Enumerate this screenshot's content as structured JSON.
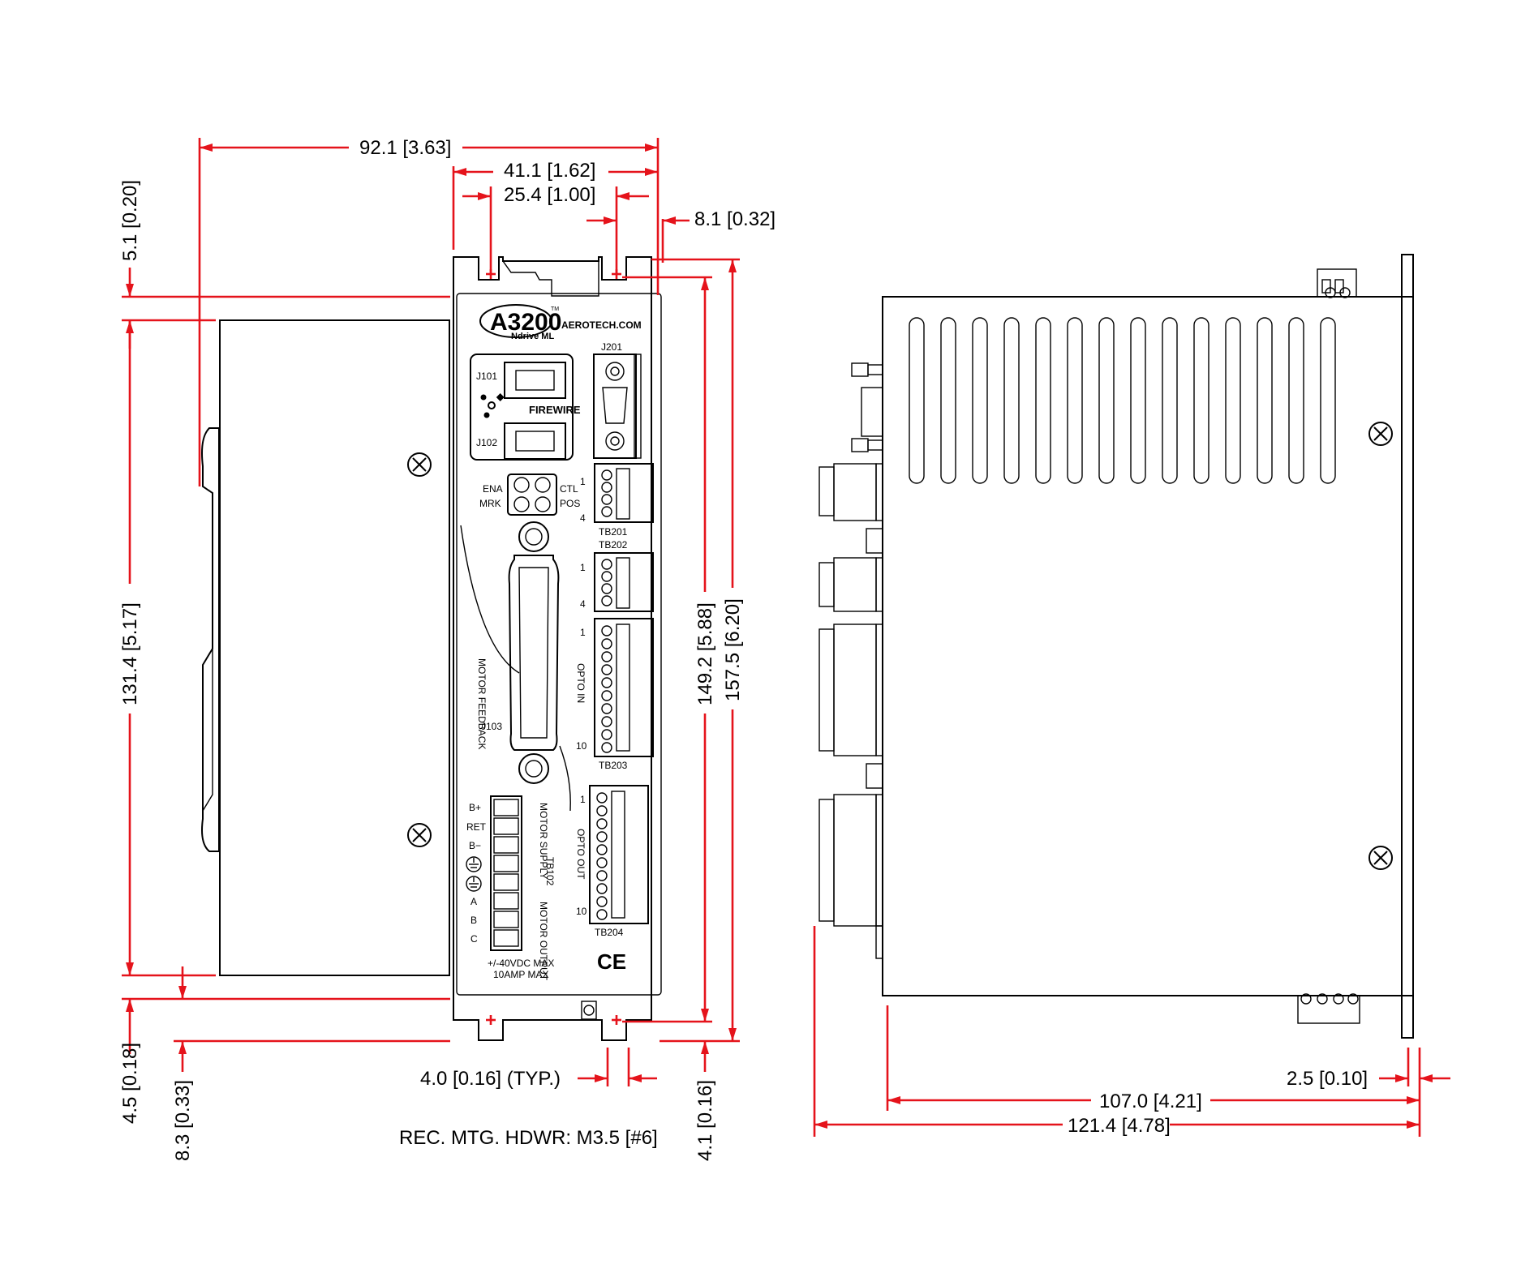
{
  "dimensions": {
    "width_total": "92.1 [3.63]",
    "hole_to_edge_top": "41.1 [1.62]",
    "hole_spacing": "25.4 [1.00]",
    "right_offset": "8.1 [0.32]",
    "top_offset": "5.1 [0.20]",
    "body_height": "131.4 [5.17]",
    "hole_span": "149.2 [5.88]",
    "overall_height": "157.5 [6.20]",
    "bottom_offset_a": "4.5 [0.18]",
    "bottom_offset_b": "8.3 [0.33]",
    "bottom_hole_offset": "4.1 [0.16]",
    "slot_width": "4.0 [0.16] (TYP.)",
    "depth_body": "107.0 [4.21]",
    "depth_total": "121.4 [4.78]",
    "flange_thickness": "2.5 [0.10]"
  },
  "note": "REC. MTG. HDWR: M3.5 [#6]",
  "panel": {
    "brand": "A3200",
    "tm": "TM",
    "model": "Ndrive ML",
    "website": "AEROTECH.COM",
    "j201": "J201",
    "j101": "J101",
    "j102": "J102",
    "firewire": "FIREWIRE",
    "ena": "ENA",
    "mrk": "MRK",
    "ctl": "CTL",
    "pos": "POS",
    "tb201": "TB201",
    "tb202": "TB202",
    "tb203": "TB203",
    "tb204": "TB204",
    "pin1": "1",
    "pin4": "4",
    "pin10": "10",
    "motor_feedback": "MOTOR FEEDBACK",
    "j103": "J103",
    "opto_in": "OPTO IN",
    "opto_out": "OPTO OUT",
    "motor_supply": "MOTOR SUPPLY",
    "tb102": "TB102",
    "motor_output": "MOTOR OUTPUT",
    "terminals": [
      "B+",
      "RET",
      "B−",
      "",
      "",
      "A",
      "B",
      "C"
    ],
    "rating_voltage": "+/-40VDC MAX",
    "rating_current": "10AMP MAX",
    "ce": "CE"
  },
  "colors": {
    "dimension": "#e5131b",
    "outline": "#000000",
    "background": "#ffffff"
  }
}
